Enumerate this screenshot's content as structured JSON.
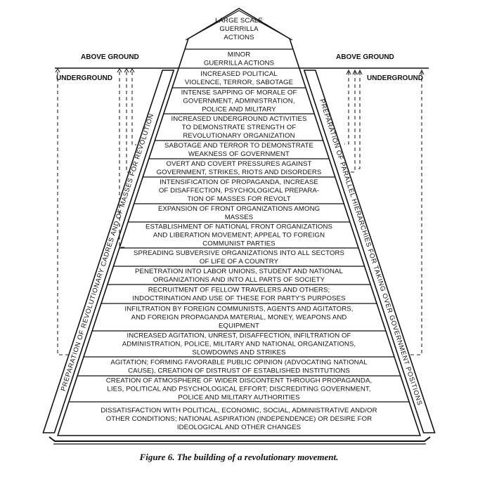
{
  "labels": {
    "above_ground_left": "ABOVE GROUND",
    "above_ground_right": "ABOVE GROUND",
    "underground_left": "UNDERGROUND",
    "underground_right": "UNDERGROUND"
  },
  "left_band": "PREPARATION OF REVOLUTIONARY CADRES AND OF MASSES FOR REVOLUTION",
  "right_band": "PREPARATION OF PARALLEL HIERARCHIES FOR TAKING OVER GOVERNMENT POSITIONS",
  "layers": [
    {
      "lines": [
        "LARGE SCALE",
        "GUERRILLA",
        "ACTIONS"
      ]
    },
    {
      "lines": [
        "MINOR",
        "GUERRILLA ACTIONS"
      ]
    },
    {
      "lines": [
        "INCREASED POLITICAL",
        "VIOLENCE, TERROR, SABOTAGE"
      ]
    },
    {
      "lines": [
        "INTENSE SAPPING OF MORALE OF",
        "GOVERNMENT, ADMINISTRATION,",
        "POLICE AND MILITARY"
      ]
    },
    {
      "lines": [
        "INCREASED UNDERGROUND ACTIVITIES",
        "TO DEMONSTRATE STRENGTH OF",
        "REVOLUTIONARY ORGANIZATION"
      ]
    },
    {
      "lines": [
        "SABOTAGE AND TERROR TO DEMONSTRATE",
        "WEAKNESS OF GOVERNMENT"
      ]
    },
    {
      "lines": [
        "OVERT AND COVERT PRESSURES AGAINST",
        "GOVERNMENT, STRIKES, RIOTS AND DISORDERS"
      ]
    },
    {
      "lines": [
        "INTENSIFICATION OF PROPAGANDA, INCREASE",
        "OF DISAFFECTION, PSYCHOLOGICAL PREPARA-",
        "TION OF MASSES FOR REVOLT"
      ]
    },
    {
      "lines": [
        "EXPANSION OF FRONT ORGANIZATIONS AMONG",
        "MASSES"
      ]
    },
    {
      "lines": [
        "ESTABLISHMENT OF NATIONAL FRONT ORGANIZATIONS",
        "AND LIBERATION MOVEMENT; APPEAL TO FOREIGN",
        "COMMUNIST PARTIES"
      ]
    },
    {
      "lines": [
        "SPREADING SUBVERSIVE ORGANIZATIONS INTO ALL SECTORS",
        "OF LIFE OF A COUNTRY"
      ]
    },
    {
      "lines": [
        "PENETRATION INTO LABOR UNIONS, STUDENT AND NATIONAL",
        "ORGANIZATIONS AND INTO ALL PARTS OF SOCIETY"
      ]
    },
    {
      "lines": [
        "RECRUITMENT OF FELLOW TRAVELERS AND OTHERS;",
        "INDOCTRINATION AND USE OF THESE FOR PARTY'S PURPOSES"
      ]
    },
    {
      "lines": [
        "INFILTRATION BY FOREIGN COMMUNISTS, AGENTS AND AGITATORS,",
        "AND FOREIGN PROPAGANDA MATERIAL, MONEY, WEAPONS AND",
        "EQUIPMENT"
      ]
    },
    {
      "lines": [
        "INCREASED AGITATION, UNREST, DISAFFECTION, INFILTRATION OF",
        "ADMINISTRATION, POLICE, MILITARY AND NATIONAL ORGANIZATIONS,",
        "SLOWDOWNS AND STRIKES"
      ]
    },
    {
      "lines": [
        "AGITATION; FORMING FAVORABLE PUBLIC OPINION (ADVOCATING NATIONAL",
        "CAUSE), CREATION OF DISTRUST OF ESTABLISHED INSTITUTIONS"
      ]
    },
    {
      "lines": [
        "CREATION OF ATMOSPHERE OF WIDER DISCONTENT THROUGH PROPAGANDA,",
        "LIES, POLITICAL AND PSYCHOLOGICAL EFFORT; DISCREDITING GOVERNMENT,",
        "POLICE AND MILITARY AUTHORITIES"
      ]
    },
    {
      "lines": [
        "DISSATISFACTION WITH POLITICAL, ECONOMIC, SOCIAL, ADMINISTRATIVE AND/OR",
        "OTHER CONDITIONS; NATIONAL ASPIRATION (INDEPENDENCE) OR DESIRE FOR",
        "IDEOLOGICAL AND OTHER CHANGES"
      ]
    }
  ],
  "caption": "Figure 6.  The building of a revolutionary movement."
}
